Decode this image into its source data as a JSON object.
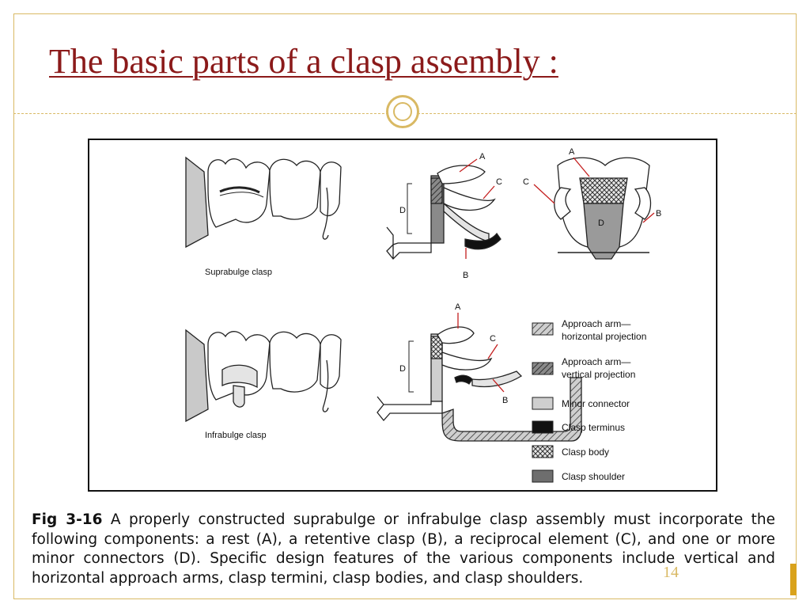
{
  "slide": {
    "title": "The basic parts of a clasp assembly :",
    "page_number": "14"
  },
  "figure": {
    "panels": {
      "suprabulge_label": "Suprabulge clasp",
      "infrabulge_label": "Infrabulge clasp"
    },
    "letters": {
      "a": "A",
      "b": "B",
      "c": "C",
      "d": "D"
    },
    "legend": [
      {
        "line1": "Approach arm—",
        "line2": "horizontal projection"
      },
      {
        "line1": "Approach arm—",
        "line2": "vertical projection"
      },
      {
        "line1": "Minor connector",
        "line2": ""
      },
      {
        "line1": "Clasp terminus",
        "line2": ""
      },
      {
        "line1": "Clasp body",
        "line2": ""
      },
      {
        "line1": "Clasp shoulder",
        "line2": ""
      }
    ]
  },
  "caption": {
    "fig_number": "Fig 3-16",
    "text": " A properly constructed suprabulge or infrabulge clasp assembly must incorporate the following components: a rest (A), a retentive clasp (B), a reciprocal element (C), and one or more minor connectors (D). Specific design features of the various components include vertical and horizontal approach arms, clasp termini, clasp bodies, and clasp shoulders."
  },
  "colors": {
    "title": "#8b1a1a",
    "accent": "#d9b964",
    "bar": "#d9a21b"
  }
}
